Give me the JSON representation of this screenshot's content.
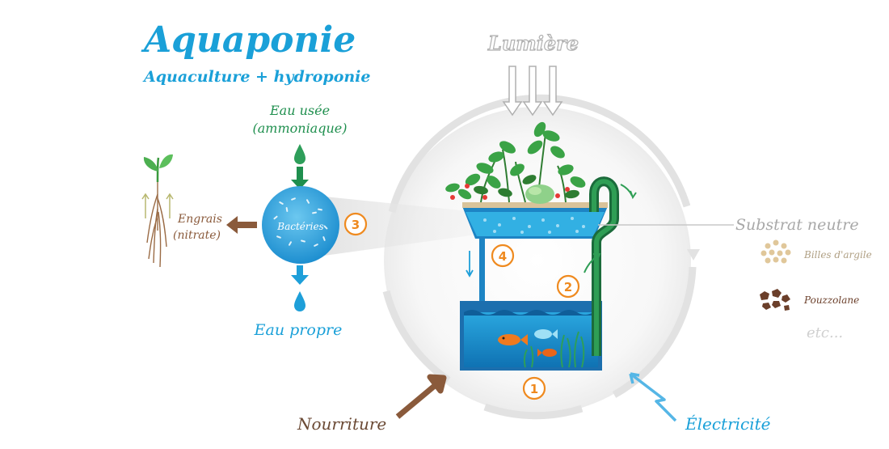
{
  "title": "Aquaponie",
  "subtitle": "Aquaculture + hydroponie",
  "light_label": "Lumière",
  "wastewater_label": {
    "line1": "Eau usée",
    "line2": "(ammoniaque)"
  },
  "bacteria_label": "Bactéries",
  "fertilizer_label": {
    "line1": "Engrais",
    "line2": "(nitrate)"
  },
  "clean_water_label": "Eau propre",
  "substrate": {
    "heading": "Substrat neutre",
    "items": [
      "Billes d'argile",
      "Pouzzolane"
    ],
    "more": "etc..."
  },
  "food_label": "Nourriture",
  "electricity_label": "Électricité",
  "steps": [
    "1",
    "2",
    "3",
    "4"
  ],
  "colors": {
    "title_blue": "#1aa0d8",
    "green": "#1f8f4e",
    "water_blue": "#1e9fd9",
    "orange": "#ef8a1f",
    "brown": "#8a5a3b",
    "grey": "#b8b8b8"
  }
}
